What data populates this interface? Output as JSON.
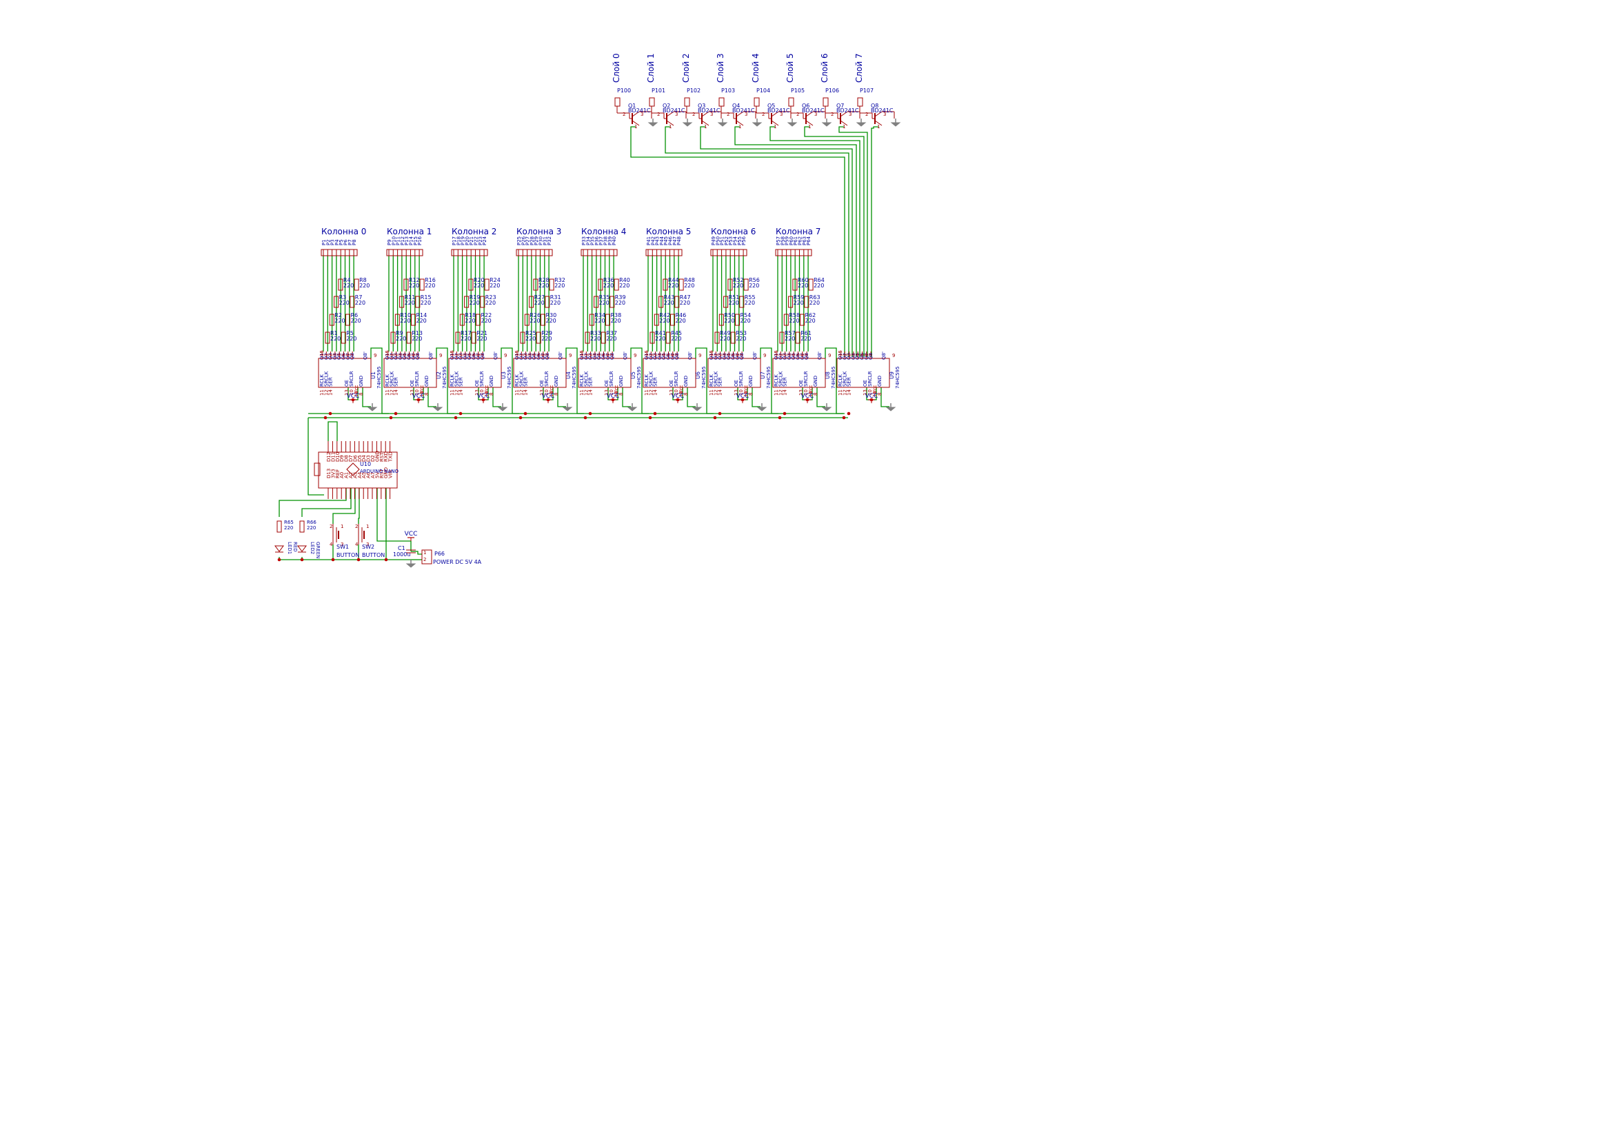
{
  "colors": {
    "wire": "#009000",
    "part": "#a00000",
    "label_blue": "#0000a0",
    "power_red": "#b00000",
    "ground_gray": "#808080",
    "junction": "#c00000"
  },
  "layers": {
    "titles": [
      "Слой 0",
      "Слой 1",
      "Слой 2",
      "Слой 3",
      "Слой 4",
      "Слой 5",
      "Слой 6",
      "Слой 7"
    ],
    "connectors": [
      "P100",
      "P101",
      "P102",
      "P103",
      "P104",
      "P105",
      "P106",
      "P107"
    ],
    "transistors": [
      "Q1",
      "Q2",
      "Q3",
      "Q4",
      "Q5",
      "Q6",
      "Q7",
      "Q8"
    ],
    "transistor_value": "BD241C",
    "pin_base": "2",
    "pin_collector": "1",
    "pin_emitter": "3"
  },
  "columns": {
    "titles": [
      "Колонна 0",
      "Колонна 1",
      "Колонна 2",
      "Колонна 3",
      "Колонна 4",
      "Колонна 5",
      "Колонна 6",
      "Колонна 7"
    ],
    "connector_prefix": "P",
    "resistor_prefix": "R",
    "resistor_value": "220"
  },
  "shift_registers": {
    "refs": [
      "U1",
      "U2",
      "U3",
      "U4",
      "U5",
      "U6",
      "U7",
      "U8",
      "U9"
    ],
    "value": "74HC595",
    "outputs": [
      "Q1",
      "Q2",
      "Q3",
      "Q4",
      "Q5",
      "Q6",
      "Q7",
      "Q8"
    ],
    "output_pins": [
      "15",
      "1",
      "2",
      "3",
      "4",
      "5",
      "6",
      "7"
    ],
    "q8prime": "Q8'",
    "q8prime_pin": "9",
    "inputs": [
      "RCLK",
      "SRCLK",
      "SER"
    ],
    "input_pins": [
      "11",
      "12",
      "14"
    ],
    "oe": "OE",
    "oe_pin": "13",
    "srclr": "SRCLR",
    "srclr_pin": "10",
    "vcc": "Vcc",
    "vcc_pin": "16",
    "gnd": "GND",
    "gnd_pin": "8",
    "power_symbol": "VCC"
  },
  "arduino": {
    "ref": "U10",
    "value": "ARDUINO NANO",
    "top_pins": [
      "D12",
      "D11",
      "D10",
      "D9",
      "D8",
      "D7",
      "D6",
      "D5",
      "D4",
      "D3",
      "D2",
      "GND",
      "RST",
      "RXD",
      "TXD"
    ],
    "bottom_pins": [
      "D13",
      "3V3",
      "REF",
      "A0",
      "A1",
      "A2",
      "A3",
      "A4",
      "A5",
      "A6",
      "A7",
      "5V",
      "RST",
      "GND",
      "VIN"
    ]
  },
  "peripherals": {
    "r65": {
      "ref": "R65",
      "value": "220"
    },
    "r66": {
      "ref": "R66",
      "value": "220"
    },
    "led1": {
      "ref": "LED1",
      "value": "RED"
    },
    "led2": {
      "ref": "LED2",
      "value": "GREEN"
    },
    "sw1": {
      "ref": "SW1",
      "value": "BUTTON"
    },
    "sw2": {
      "ref": "SW2",
      "value": "BUTTON"
    },
    "sw_pins": [
      "1",
      "2",
      "3",
      "4"
    ],
    "c1": {
      "ref": "C1",
      "value": "1000u"
    },
    "p66": {
      "ref": "P66",
      "value": "POWER DC 5V 4A",
      "pins": [
        "1",
        "2"
      ]
    },
    "vcc": "VCC"
  }
}
